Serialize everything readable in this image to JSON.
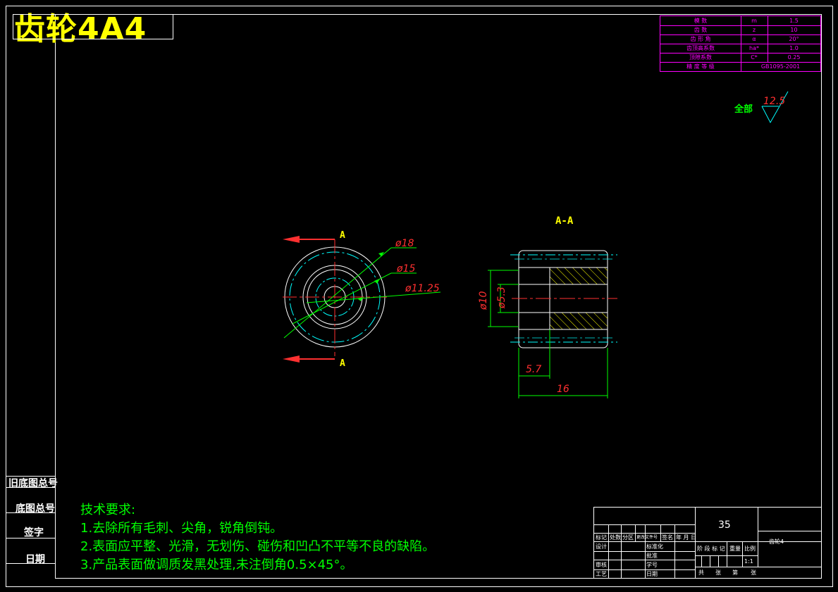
{
  "title": "齿轮4A4",
  "side_labels": [
    "旧底图总号",
    "底图总号",
    "签字",
    "日期"
  ],
  "params": {
    "rows": [
      {
        "name": "模 数",
        "symbol": "m",
        "value": "1.5"
      },
      {
        "name": "齿 数",
        "symbol": "z",
        "value": "10"
      },
      {
        "name": "齿 形 角",
        "symbol": "α",
        "value": "20°"
      },
      {
        "name": "齿顶高系数",
        "symbol": "ha*",
        "value": "1.0"
      },
      {
        "name": "顶隙系数",
        "symbol": "C*",
        "value": "0.25"
      },
      {
        "name": "精 度 等 级",
        "symbol": "",
        "value": "GB1095-2001"
      }
    ],
    "colors": {
      "grid": "#ff00ff"
    }
  },
  "roughness": {
    "label": "全部",
    "value": "12.5"
  },
  "front_view": {
    "section_letter_top": "A",
    "section_letter_bottom": "A",
    "dims": [
      "ø18",
      "ø15",
      "ø11.25"
    ]
  },
  "section_view": {
    "label": "A-A",
    "dims": {
      "d_outer": "ø10",
      "d_inner": "ø5.3",
      "w_small": "5.7",
      "w_total": "16"
    }
  },
  "tech": {
    "heading": "技术要求:",
    "items": [
      "1.去除所有毛刺、尖角，锐角倒钝。",
      "2.表面应平整、光滑，无划伤、碰伤和凹凸不平等不良的缺陷。",
      "3.产品表面做调质发黑处理,未注倒角0.5×45°。"
    ]
  },
  "title_block": {
    "number": "35",
    "name": "齿轮4",
    "rev_headers": [
      "标记",
      "处数",
      "分区",
      "更改文件号",
      "签名",
      "年 月 日"
    ],
    "roles": [
      "设计",
      "审核",
      "工艺"
    ],
    "role_right": [
      "标准化",
      "批准",
      "学号",
      "日期"
    ],
    "stage_headers": [
      "阶 段 标 记",
      "重量",
      "比例"
    ],
    "scale": "1:1",
    "sheet_info": [
      "共",
      "张",
      "第",
      "张"
    ]
  }
}
